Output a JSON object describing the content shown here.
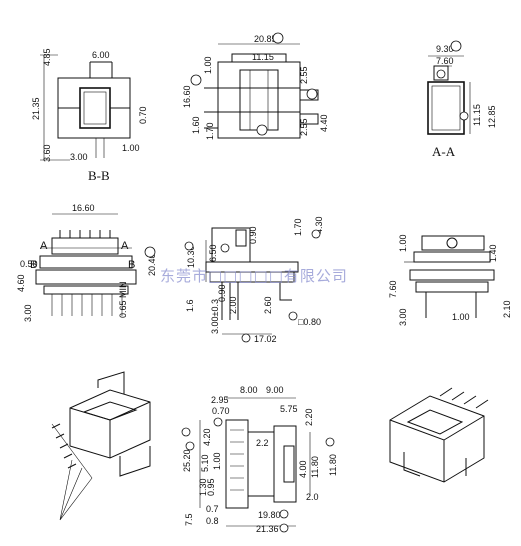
{
  "views": {
    "bb": {
      "label": "B-B",
      "dims": {
        "w600": "6.00",
        "h485": "4.85",
        "h2135": "21.35",
        "h070": "0.70",
        "h360": "3.60",
        "w300": "3.00",
        "w100": "1.00"
      }
    },
    "side_top": {
      "dims": {
        "w2085": "20.85",
        "w1115": "11.15",
        "h100": "1.00",
        "h1660": "16.60",
        "h160": "1.60",
        "h170": "1.70",
        "h255a": "2.55",
        "h255b": "2.55",
        "h440": "4.40"
      }
    },
    "aa": {
      "label": "A-A",
      "dims": {
        "w930": "9.30",
        "w760": "7.60",
        "h1115": "11.15",
        "h1285": "12.85"
      }
    },
    "front": {
      "marks": {
        "a1": "A",
        "a2": "A",
        "b1": "B",
        "b2": "B"
      },
      "dims": {
        "w1660": "16.60",
        "h050": "0.50",
        "h460": "4.60",
        "h300": "3.00",
        "h2040": "20.40",
        "h065": "0.65",
        "min": "MIN"
      }
    },
    "side_mid": {
      "dims": {
        "h1030": "10.30",
        "h650": "6.50",
        "h090": "0.90",
        "h170": "1.70",
        "h430": "4.30",
        "h200": "2.00",
        "h16": "1.6",
        "h260": "2.60",
        "h090b": "0.90",
        "w1702": "17.02",
        "sq": "3.00±0.3",
        "p": "□0.80"
      }
    },
    "right_mid": {
      "dims": {
        "h100": "1.00",
        "h140": "1.40",
        "h760": "7.60",
        "h300": "3.00",
        "w100": "1.00",
        "h210": "2.10"
      }
    },
    "bottom_mid": {
      "dims": {
        "w800": "8.00",
        "w900": "9.00",
        "w295": "2.95",
        "w575": "5.75",
        "w070": "0.70",
        "h420": "4.20",
        "h2520": "25.20",
        "w22": "2.2",
        "h220": "2.20",
        "h510": "5.10",
        "h100": "1.00",
        "h400": "4.00",
        "h1180a": "11.80",
        "h1180b": "11.80",
        "h130": "1.30",
        "h095": "0.95",
        "w07": "0.7",
        "w20": "2.0",
        "w1980": "19.80",
        "w08": "0.8",
        "w2136": "21.36",
        "w75": "7.5"
      }
    }
  },
  "watermark": "东莞市□□□□□有限公司",
  "colors": {
    "ink": "#111111",
    "watermark": "#8a8fd0",
    "background": "#ffffff"
  }
}
